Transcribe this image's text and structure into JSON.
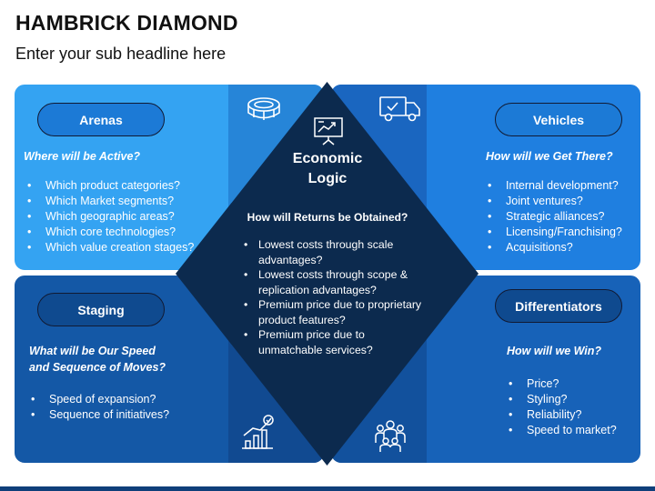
{
  "header": {
    "title": "HAMBRICK DIAMOND",
    "subtitle": "Enter your sub headline here"
  },
  "arenas": {
    "label": "Arenas",
    "question": "Where will be Active?",
    "items": [
      "Which product categories?",
      "Which Market segments?",
      "Which geographic areas?",
      "Which core technologies?",
      "Which value creation stages?"
    ]
  },
  "vehicles": {
    "label": "Vehicles",
    "question": "How will we Get There?",
    "items": [
      "Internal development?",
      "Joint ventures?",
      "Strategic alliances?",
      "Licensing/Franchising?",
      "Acquisitions?"
    ]
  },
  "staging": {
    "label": "Staging",
    "question_line1": "What will be Our Speed",
    "question_line2": "and Sequence of Moves?",
    "items": [
      "Speed of expansion?",
      "Sequence of initiatives?"
    ]
  },
  "differentiators": {
    "label": "Differentiators",
    "question": "How will we Win?",
    "items": [
      "Price?",
      "Styling?",
      "Reliability?",
      "Speed to market?"
    ]
  },
  "economic_logic": {
    "title_line1": "Economic",
    "title_line2": "Logic",
    "question": "How will Returns be Obtained?",
    "items": [
      "Lowest costs through scale advantages?",
      "Lowest costs through scope & replication advantages?",
      "Premium price due to proprietary product features?",
      "Premium price due to unmatchable services?"
    ]
  },
  "icons": {
    "arenas": "stadium-icon",
    "vehicles": "delivery-truck-icon",
    "economic_logic": "presentation-chart-icon",
    "staging": "growth-bar-chart-icon",
    "differentiators": "team-people-icon"
  },
  "colors": {
    "arenas": "#34a3f2",
    "vehicles": "#1f7fe0",
    "staging": "#1458a6",
    "differentiators": "#1762b8",
    "diamond": "#0c2a4e"
  }
}
